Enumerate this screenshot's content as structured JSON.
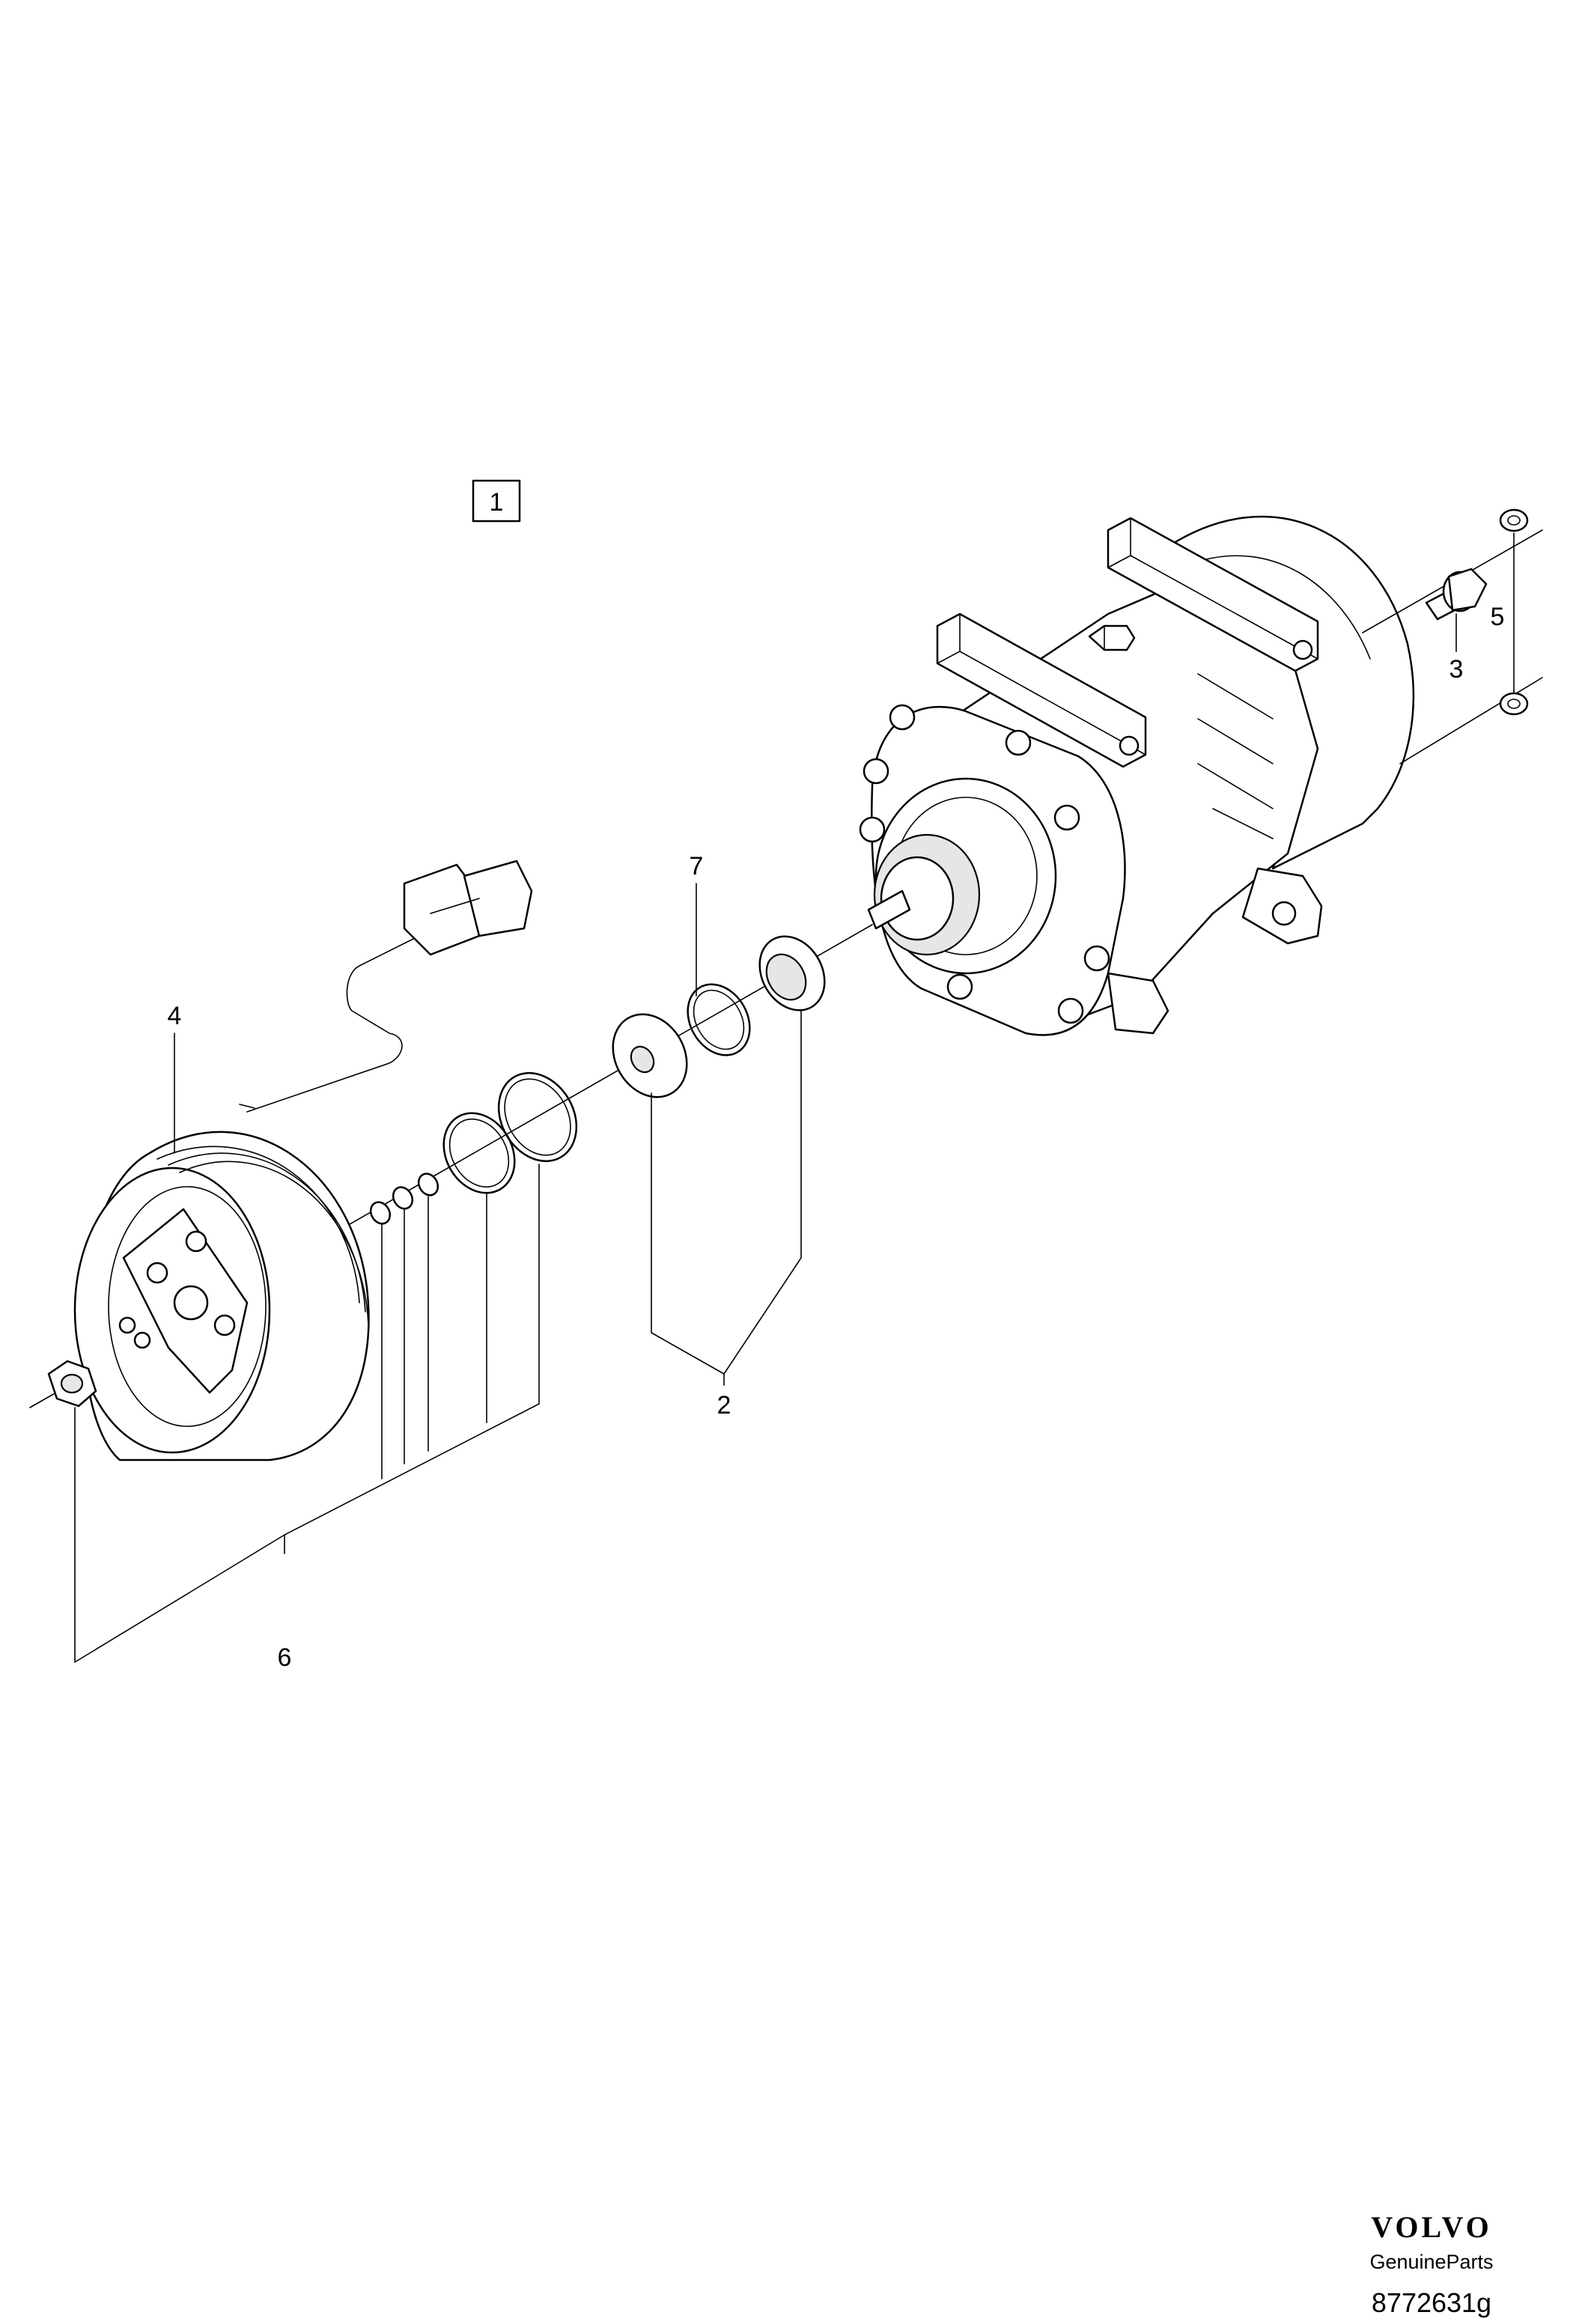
{
  "diagram": {
    "reference_box": "1",
    "callouts": {
      "p2": "2",
      "p3": "3",
      "p4": "4",
      "p5": "5",
      "p6": "6",
      "p7": "7"
    }
  },
  "brand": {
    "name": "VOLVO",
    "subtitle": "GenuineParts"
  },
  "drawing_id": "8772631g"
}
